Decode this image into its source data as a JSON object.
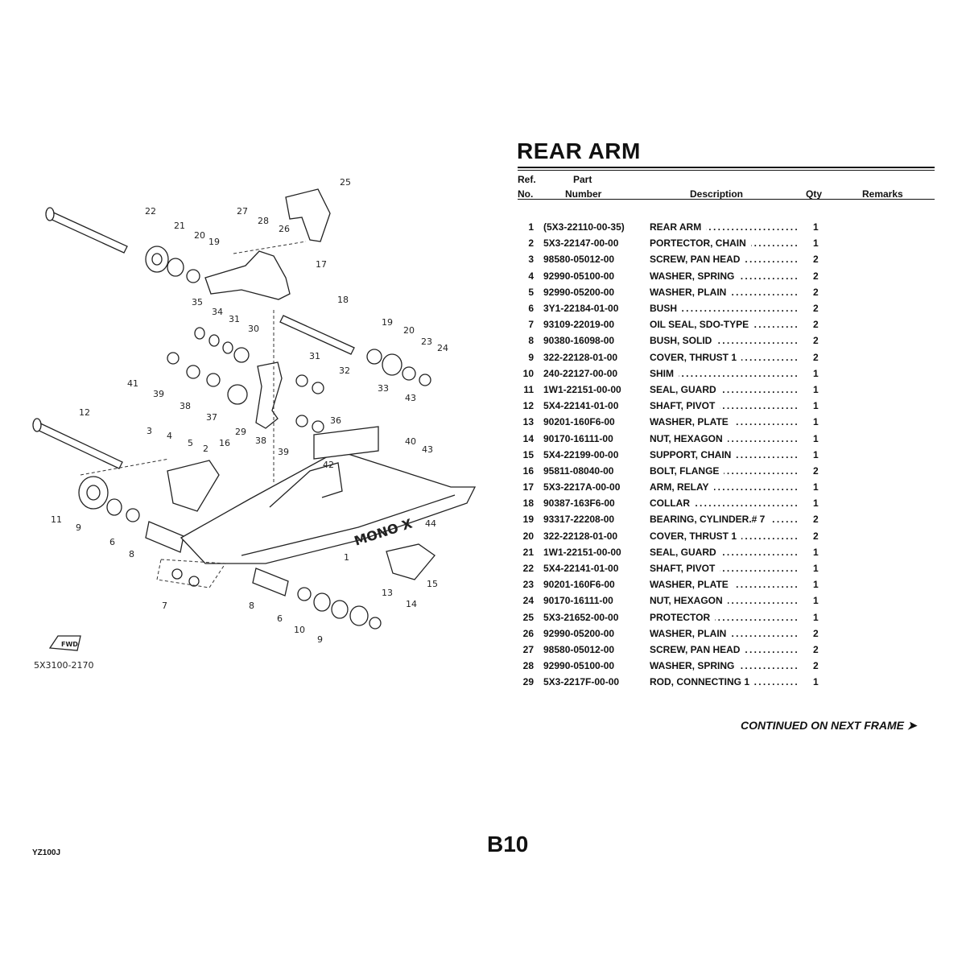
{
  "diagram": {
    "code": "5X3100-2170",
    "fwd_label": "FWD",
    "swingarm_lettering": "MONO X",
    "callouts": [
      "22",
      "21",
      "20",
      "19",
      "27",
      "28",
      "26",
      "25",
      "17",
      "18",
      "35",
      "34",
      "31",
      "30",
      "19",
      "20",
      "23",
      "24",
      "41",
      "39",
      "38",
      "37",
      "31",
      "32",
      "33",
      "43",
      "12",
      "3",
      "4",
      "5",
      "2",
      "16",
      "29",
      "36",
      "38",
      "39",
      "40",
      "43",
      "42",
      "44",
      "11",
      "9",
      "6",
      "8",
      "1",
      "15",
      "7",
      "8",
      "6",
      "10",
      "9",
      "13",
      "14"
    ]
  },
  "section": {
    "title": "REAR ARM",
    "headers": {
      "ref_top": "Ref.",
      "ref_bottom": "No.",
      "part_top": "Part",
      "part_bottom": "Number",
      "description": "Description",
      "qty": "Qty",
      "remarks": "Remarks"
    },
    "rows": [
      {
        "ref": "1",
        "part": "(5X3-22110-00-35)",
        "desc": "REAR ARM",
        "qty": "1"
      },
      {
        "ref": "2",
        "part": "5X3-22147-00-00",
        "desc": "PORTECTOR, CHAIN",
        "qty": "1"
      },
      {
        "ref": "3",
        "part": "98580-05012-00",
        "desc": "SCREW, PAN HEAD",
        "qty": "2"
      },
      {
        "ref": "4",
        "part": "92990-05100-00",
        "desc": "WASHER, SPRING",
        "qty": "2"
      },
      {
        "ref": "5",
        "part": "92990-05200-00",
        "desc": "WASHER, PLAIN",
        "qty": "2"
      },
      {
        "ref": "6",
        "part": "3Y1-22184-01-00",
        "desc": "BUSH",
        "qty": "2"
      },
      {
        "ref": "7",
        "part": "93109-22019-00",
        "desc": "OIL SEAL, SDO-TYPE",
        "qty": "2"
      },
      {
        "ref": "8",
        "part": "90380-16098-00",
        "desc": "BUSH, SOLID",
        "qty": "2"
      },
      {
        "ref": "9",
        "part": "322-22128-01-00",
        "desc": "COVER, THRUST 1",
        "qty": "2"
      },
      {
        "ref": "10",
        "part": "240-22127-00-00",
        "desc": "SHIM",
        "qty": "1"
      },
      {
        "ref": "11",
        "part": "1W1-22151-00-00",
        "desc": "SEAL, GUARD",
        "qty": "1"
      },
      {
        "ref": "12",
        "part": "5X4-22141-01-00",
        "desc": "SHAFT, PIVOT",
        "qty": "1"
      },
      {
        "ref": "13",
        "part": "90201-160F6-00",
        "desc": "WASHER, PLATE",
        "qty": "1"
      },
      {
        "ref": "14",
        "part": "90170-16111-00",
        "desc": "NUT, HEXAGON",
        "qty": "1"
      },
      {
        "ref": "15",
        "part": "5X4-22199-00-00",
        "desc": "SUPPORT, CHAIN",
        "qty": "1"
      },
      {
        "ref": "16",
        "part": "95811-08040-00",
        "desc": "BOLT, FLANGE",
        "qty": "2"
      },
      {
        "ref": "17",
        "part": "5X3-2217A-00-00",
        "desc": "ARM, RELAY",
        "qty": "1"
      },
      {
        "ref": "18",
        "part": "90387-163F6-00",
        "desc": "COLLAR",
        "qty": "1"
      },
      {
        "ref": "19",
        "part": "93317-22208-00",
        "desc": "BEARING, CYLINDER.# 7",
        "qty": "2"
      },
      {
        "ref": "20",
        "part": "322-22128-01-00",
        "desc": "COVER, THRUST 1",
        "qty": "2"
      },
      {
        "ref": "21",
        "part": "1W1-22151-00-00",
        "desc": "SEAL, GUARD",
        "qty": "1"
      },
      {
        "ref": "22",
        "part": "5X4-22141-01-00",
        "desc": "SHAFT, PIVOT",
        "qty": "1"
      },
      {
        "ref": "23",
        "part": "90201-160F6-00",
        "desc": "WASHER, PLATE",
        "qty": "1"
      },
      {
        "ref": "24",
        "part": "90170-16111-00",
        "desc": "NUT, HEXAGON",
        "qty": "1"
      },
      {
        "ref": "25",
        "part": "5X3-21652-00-00",
        "desc": "PROTECTOR",
        "qty": "1"
      },
      {
        "ref": "26",
        "part": "92990-05200-00",
        "desc": "WASHER, PLAIN",
        "qty": "2"
      },
      {
        "ref": "27",
        "part": "98580-05012-00",
        "desc": "SCREW, PAN HEAD",
        "qty": "2"
      },
      {
        "ref": "28",
        "part": "92990-05100-00",
        "desc": "WASHER, SPRING",
        "qty": "2"
      },
      {
        "ref": "29",
        "part": "5X3-2217F-00-00",
        "desc": "ROD, CONNECTING 1",
        "qty": "1"
      }
    ],
    "continued": "CONTINUED ON NEXT FRAME ➤"
  },
  "footer": {
    "model": "YZ100J",
    "page": "B10"
  }
}
